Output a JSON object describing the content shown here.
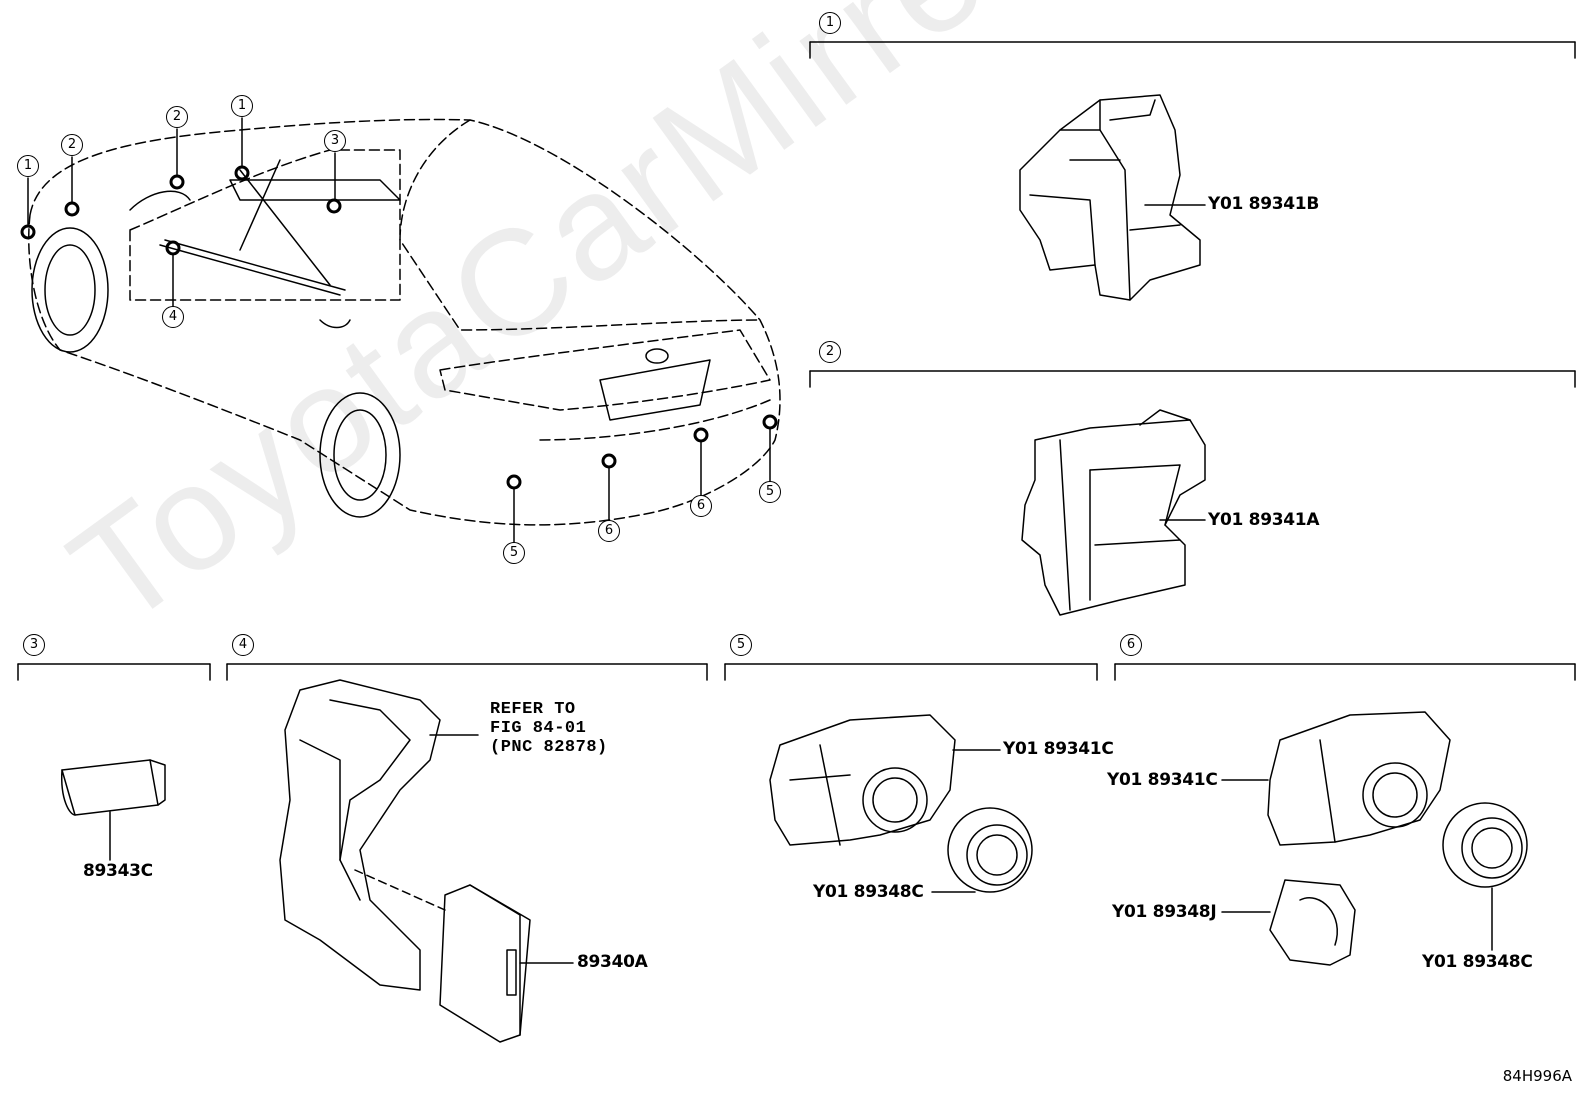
{
  "watermark": "ToyotaCarMirre.ru",
  "figure_id": "84H996A",
  "sections": [
    {
      "num": "1",
      "part": "Y01 89341B"
    },
    {
      "num": "2",
      "part": "Y01 89341A"
    },
    {
      "num": "3",
      "part": "89343C"
    },
    {
      "num": "4",
      "part": "89340A",
      "note_line1": "REFER TO",
      "note_line2": "FIG 84-01",
      "note_line3": "(PNC 82878)"
    },
    {
      "num": "5",
      "part_a": "Y01 89341C",
      "part_b": "Y01 89348C"
    },
    {
      "num": "6",
      "part_a": "Y01 89341C",
      "part_b": "Y01 89348J",
      "part_c": "Y01 89348C"
    }
  ],
  "car_callouts": [
    "1",
    "2",
    "2",
    "1",
    "3",
    "4",
    "5",
    "6",
    "6",
    "5"
  ]
}
